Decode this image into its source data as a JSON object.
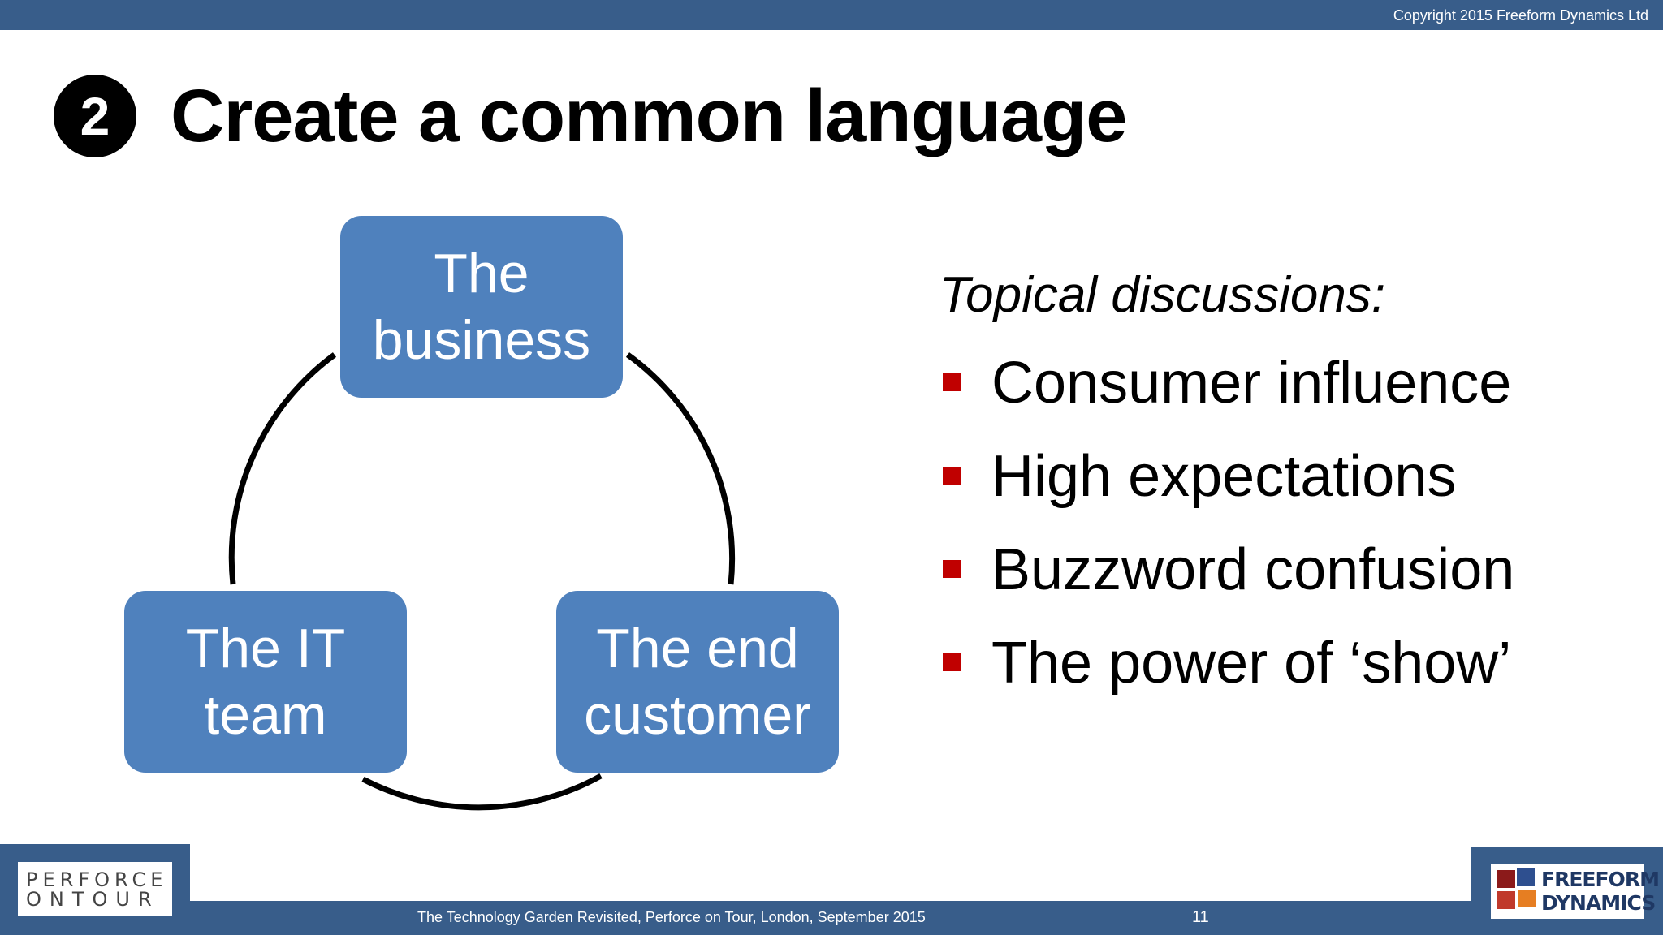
{
  "header": {
    "copyright": "Copyright 2015 Freeform Dynamics Ltd"
  },
  "slide": {
    "step_number": "2",
    "title": "Create a common language"
  },
  "cycle": {
    "nodes": [
      {
        "line1": "The",
        "line2": "business"
      },
      {
        "line1": "The IT",
        "line2": "team"
      },
      {
        "line1": "The end",
        "line2": "customer"
      }
    ]
  },
  "discussions": {
    "heading": "Topical discussions:",
    "items": [
      "Consumer influence",
      "High expectations",
      "Buzzword confusion",
      "The power of ‘show’"
    ]
  },
  "footer": {
    "text": "The Technology Garden Revisited, Perforce on Tour, London, September 2015",
    "page_number": "11",
    "left_logo": {
      "line1": "PERFORCE",
      "line2": "ONTOUR"
    },
    "right_logo": {
      "line1": "FREEFORM",
      "line2": "DYNAMICS"
    }
  },
  "colors": {
    "bar": "#385d8a",
    "node_fill": "#4f81bd",
    "bullet": "#c00000"
  },
  "icons": [
    "numbered-circle-icon",
    "square-bullet-icon",
    "freeform-dynamics-logo",
    "perforce-on-tour-logo"
  ]
}
